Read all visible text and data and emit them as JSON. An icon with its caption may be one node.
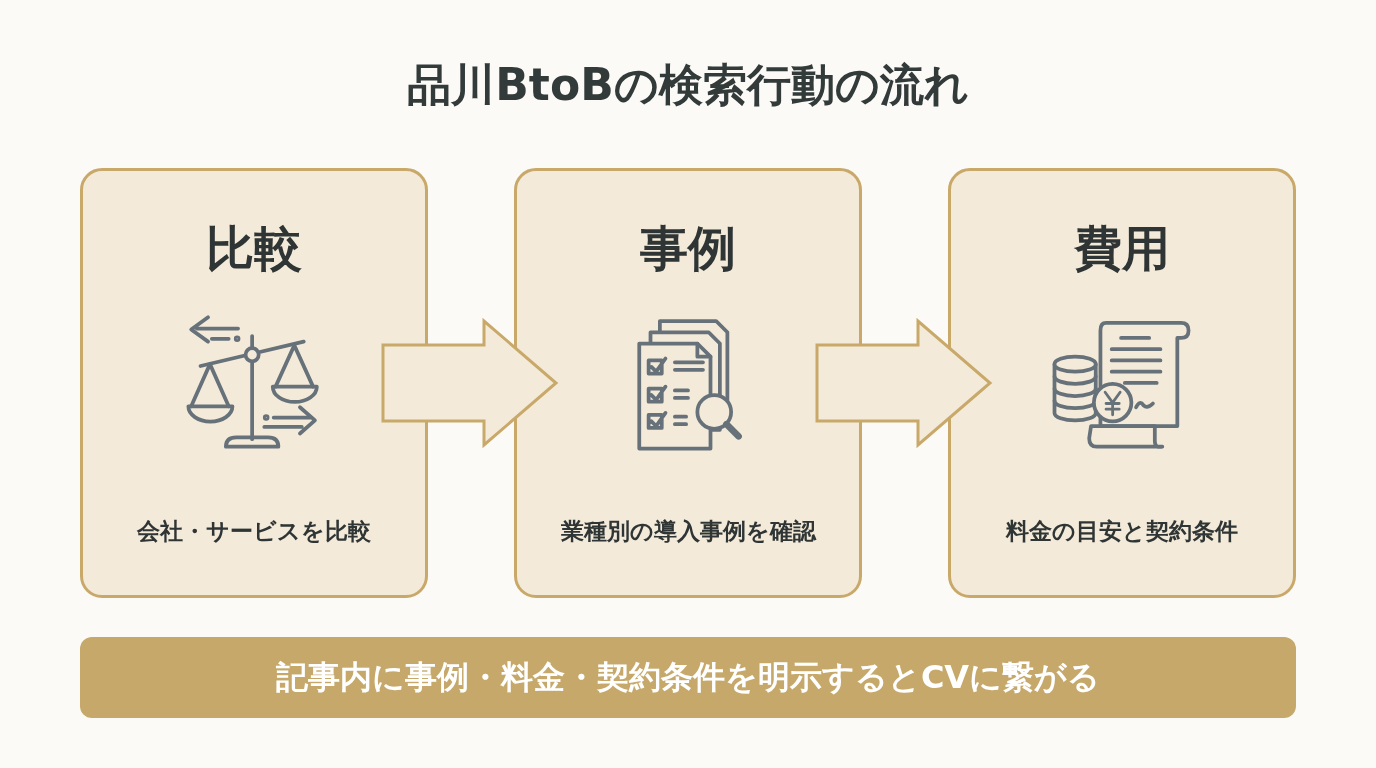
{
  "diagram": {
    "title": "品川BtoBの検索行動の流れ",
    "nodes": [
      {
        "text": [
          "比較",
          "会社・サービスを比較"
        ]
      },
      {
        "text": [
          "事例",
          "業種別の導入事例を確認"
        ]
      },
      {
        "text": [
          "費用",
          "料金の目安と契約条件"
        ]
      },
      {
        "text": [
          "記事内に事例・料金・契約条件を明示するとCVに繋がる"
        ]
      }
    ],
    "edges": [
      {
        "from": 0,
        "to": 1,
        "arrow": "to"
      },
      {
        "from": 1,
        "to": 2,
        "arrow": "to"
      }
    ]
  }
}
